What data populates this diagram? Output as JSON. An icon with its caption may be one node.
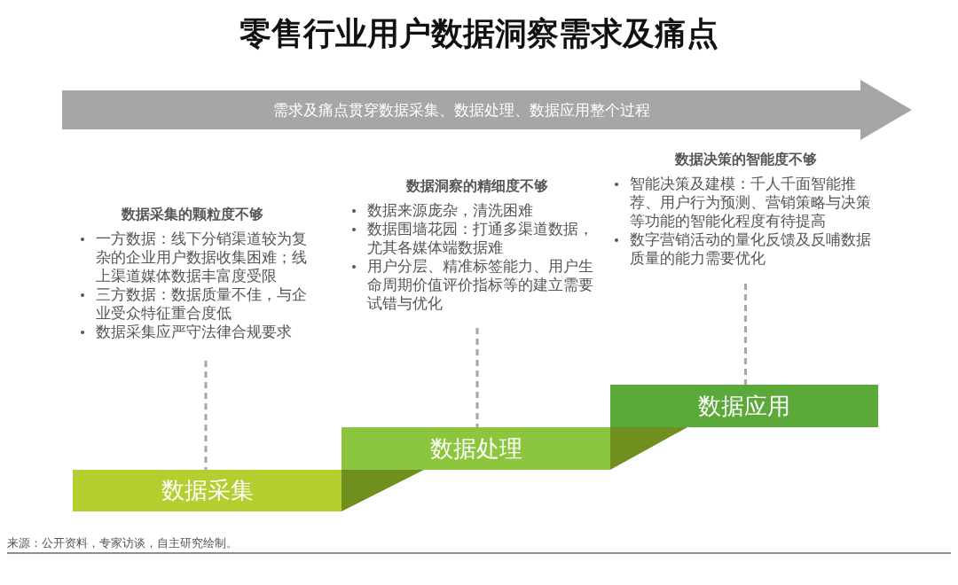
{
  "diagram": {
    "title": "零售行业用户数据洞察需求及痛点",
    "caption": "来源：公开资料，专家访谈，自主研究绘制。",
    "nodes": [
      {
        "text": [
          "需求及痛点贯穿数据采集、数据处理、数据应用整个过程"
        ]
      },
      {
        "text": [
          "数据采集的颗粒度不够",
          "一方数据：线下分销渠道较为复杂的企业用户数据收集困难；线上渠道媒体数据丰富度受限",
          "三方数据：数据质量不佳，与企业受众特征重合度低",
          "数据采集应严守法律合规要求"
        ]
      },
      {
        "text": [
          "数据采集"
        ]
      },
      {
        "text": [
          "数据洞察的精细度不够",
          "数据来源庞杂，清洗困难",
          "数据围墙花园：打通多渠道数据，尤其各媒体端数据难",
          "用户分层、精准标签能力、用户生命周期价值评价指标等的建立需要试错与优化"
        ]
      },
      {
        "text": [
          "数据处理"
        ]
      },
      {
        "text": [
          "数据决策的智能度不够",
          "智能决策及建模：千人千面智能推荐、用户行为预测、营销策略与决策等功能的智能化程度有待提高",
          "数字营销活动的量化反馈及反哺数据质量的能力需要优化"
        ]
      },
      {
        "text": [
          "数据应用"
        ]
      }
    ],
    "edges": [
      {
        "from": 1,
        "to": 2,
        "arrow": "none",
        "style": "dashed"
      },
      {
        "from": 3,
        "to": 4,
        "arrow": "none",
        "style": "dashed"
      },
      {
        "from": 5,
        "to": 6,
        "arrow": "none",
        "style": "dashed"
      }
    ]
  }
}
